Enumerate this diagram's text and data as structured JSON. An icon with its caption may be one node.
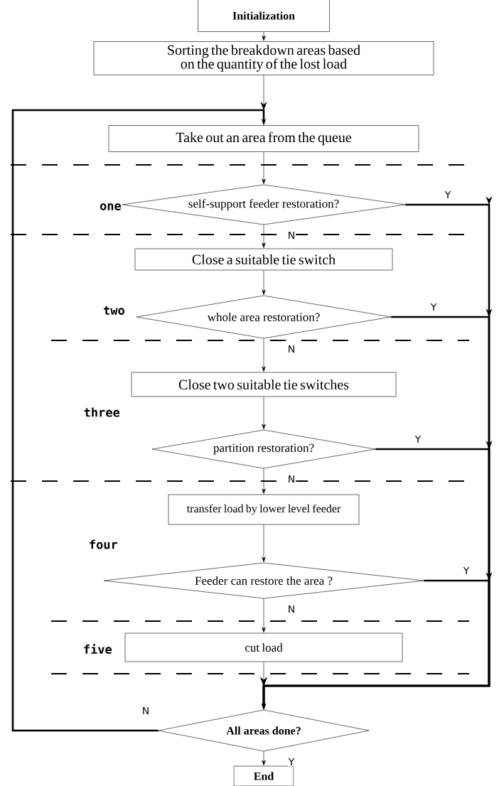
{
  "diagram": {
    "nodes": [
      {
        "text": [
          "Initialization"
        ]
      },
      {
        "text": [
          "Sorting the breakdown areas based on the quantity of the lost load"
        ]
      },
      {
        "text": [
          "Take out an area from the queue"
        ]
      },
      {
        "text": [
          "self-support feeder restoration?"
        ]
      },
      {
        "text": [
          "Close a suitable tie switch"
        ]
      },
      {
        "text": [
          "whole area restoration?"
        ]
      },
      {
        "text": [
          "Close two suitable tie switches"
        ]
      },
      {
        "text": [
          "partition restoration?"
        ]
      },
      {
        "text": [
          "transfer load by lower level feeder"
        ]
      },
      {
        "text": [
          "Feeder can restore the area ?"
        ]
      },
      {
        "text": [
          "cut load"
        ]
      },
      {
        "text": [
          "All areas done?"
        ]
      },
      {
        "text": [
          "End"
        ]
      }
    ],
    "edges": [
      {
        "from": 0,
        "to": 1,
        "arrow": "to"
      },
      {
        "from": 1,
        "to": 2,
        "arrow": "to"
      },
      {
        "from": 2,
        "to": 3,
        "arrow": "to"
      },
      {
        "from": 3,
        "to": 4,
        "arrow": "to",
        "label": "N"
      },
      {
        "from": 4,
        "to": 5,
        "arrow": "to"
      },
      {
        "from": 5,
        "to": 6,
        "arrow": "to",
        "label": "N"
      },
      {
        "from": 6,
        "to": 7,
        "arrow": "to"
      },
      {
        "from": 7,
        "to": 8,
        "arrow": "to",
        "label": "N"
      },
      {
        "from": 8,
        "to": 9,
        "arrow": "to"
      },
      {
        "from": 9,
        "to": 10,
        "arrow": "to",
        "label": "N"
      },
      {
        "from": 10,
        "to": 11,
        "arrow": "to"
      },
      {
        "from": 3,
        "to": 11,
        "arrow": "to",
        "label": "Y",
        "style": "thick"
      },
      {
        "from": 5,
        "to": 11,
        "arrow": "to",
        "label": "Y",
        "style": "thick"
      },
      {
        "from": 7,
        "to": 11,
        "arrow": "to",
        "label": "Y",
        "style": "thick"
      },
      {
        "from": 9,
        "to": 11,
        "arrow": "to",
        "label": "Y",
        "style": "thick"
      },
      {
        "from": 11,
        "to": 2,
        "arrow": "to",
        "label": "N",
        "style": "thick"
      },
      {
        "from": 11,
        "to": 12,
        "arrow": "to",
        "label": "Y"
      }
    ],
    "labels": [
      "one",
      "two",
      "three",
      "four",
      "five"
    ]
  }
}
